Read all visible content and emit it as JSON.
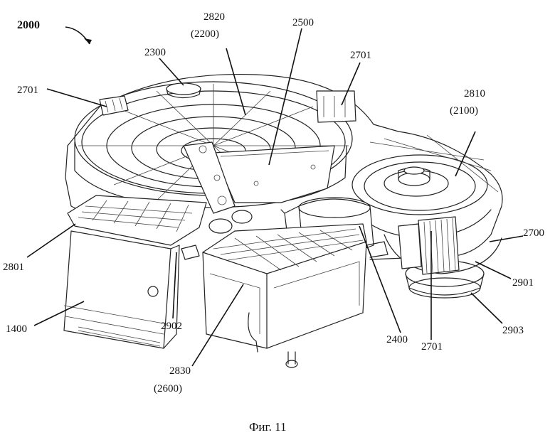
{
  "figure": {
    "assembly_ref": "2000",
    "caption": "Фиг. 11"
  },
  "labels": {
    "l2820": "2820",
    "l2200": "(2200)",
    "l2500": "2500",
    "l2300": "2300",
    "l2701_left": "2701",
    "l2701_top": "2701",
    "l2810": "2810",
    "l2100": "(2100)",
    "l2700": "2700",
    "l2801": "2801",
    "l2901": "2901",
    "l1400": "1400",
    "l2902": "2902",
    "l2400": "2400",
    "l2701_bottom": "2701",
    "l2903": "2903",
    "l2830": "2830",
    "l2600": "(2600)"
  }
}
